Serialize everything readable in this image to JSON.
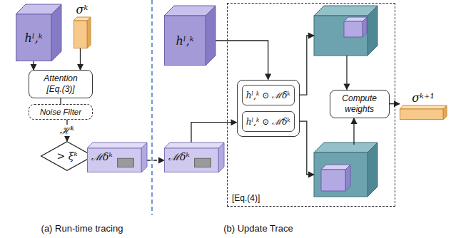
{
  "diagram": {
    "nodes": [
      {
        "text": [
          "hˡ,ᵏ"
        ]
      },
      {
        "text": [
          "σᵏ"
        ]
      },
      {
        "text": [
          "Attention [Eq.(3)]"
        ]
      },
      {
        "text": [
          "Noise Filter"
        ]
      },
      {
        "text": [
          "> ξᵏ"
        ]
      },
      {
        "text": [
          "ℳδᵏ"
        ]
      },
      {
        "text": [
          "hˡ,ᵏ"
        ]
      },
      {
        "text": [
          "ℳδᵏ"
        ]
      },
      {
        "text": [
          "[Eq.(4)]"
        ]
      },
      {
        "text": [
          "hˡ,ᵏ ⊙ ℳδᵏ",
          "hˡ,ᵏ ⊙ ℳ̄δᵏ"
        ],
        "in": 8
      },
      {
        "text": [
          "Compute weights"
        ],
        "in": 8
      },
      {
        "text": [
          "σᵏ⁺¹"
        ]
      }
    ],
    "edges": [
      {
        "from": 0,
        "to": 2,
        "arrow": "to"
      },
      {
        "from": 1,
        "to": 2,
        "arrow": "to"
      },
      {
        "from": 2,
        "to": 3,
        "arrow": "none"
      },
      {
        "from": 3,
        "to": 4,
        "arrow": "to",
        "label": "ℋᵏ"
      },
      {
        "from": 4,
        "to": 5,
        "arrow": "to"
      },
      {
        "from": 5,
        "to": 7,
        "arrow": "to"
      },
      {
        "from": 6,
        "to": 9,
        "arrow": "to"
      },
      {
        "from": 7,
        "to": 9,
        "arrow": "to"
      },
      {
        "from": 10,
        "to": 11,
        "arrow": "to"
      }
    ],
    "labels": [
      "(a) Run-time tracing",
      "(b) Update Trace"
    ]
  }
}
